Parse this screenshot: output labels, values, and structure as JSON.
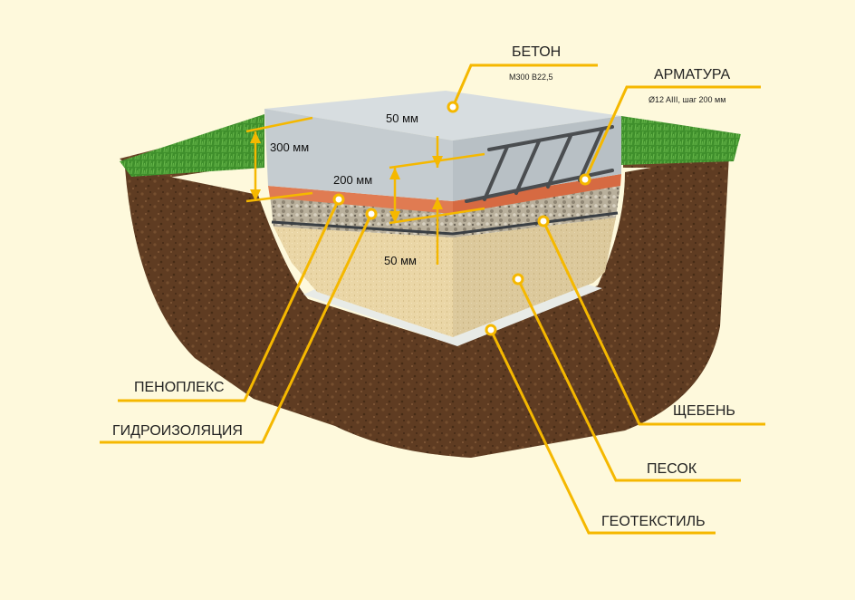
{
  "labels": {
    "beton": "БЕТОН",
    "beton_sub": "М300 В22,5",
    "armatura": "АРМАТУРА",
    "armatura_sub": "Ø12 AIII, шаг 200 мм",
    "penoplex": "ПЕНОПЛЕКС",
    "gidro": "ГИДРОИЗОЛЯЦИЯ",
    "scheben": "ЩЕБЕНЬ",
    "pesok": "ПЕСОК",
    "geotextil": "ГЕОТЕКСТИЛЬ"
  },
  "dimensions": {
    "d300": "300 мм",
    "d200": "200 мм",
    "d50_top": "50 мм",
    "d50_bottom": "50 мм"
  },
  "colors": {
    "leader": "#f5b800",
    "background": "#fef9dc",
    "soil": "#6b4527",
    "grass": "#3f8f2c",
    "concrete": "#cfd6da",
    "sand": "#ead6a6",
    "gravel": "#b7ad98",
    "insulation": "#e07b52"
  }
}
